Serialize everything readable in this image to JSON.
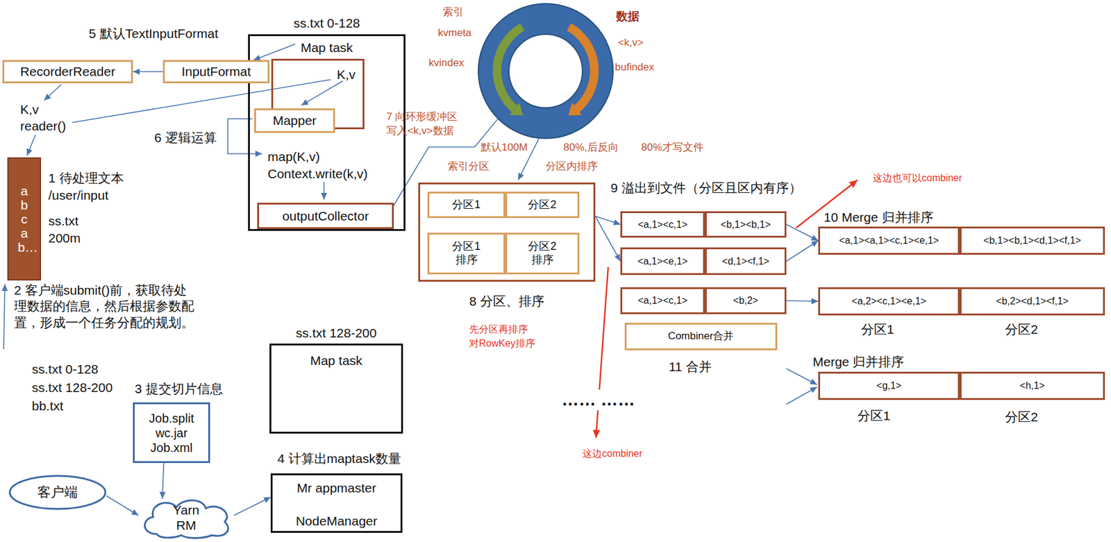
{
  "diagram": {
    "nodes": [
      {
        "text": [
          "RecorderReader"
        ]
      },
      {
        "text": [
          "InputFormat"
        ]
      },
      {
        "text": [
          "ss.txt 0-128",
          "Map task",
          "map(K,v)",
          "Context.write(k,v)"
        ]
      },
      {
        "text": [
          "K,v"
        ],
        "in": 2
      },
      {
        "text": [
          "Mapper"
        ],
        "in": 2
      },
      {
        "text": [
          "outputCollector"
        ],
        "in": 2
      },
      {
        "text": [
          "abcab…"
        ]
      },
      {
        "text": [
          "Job.split wc.jar Job.xml"
        ]
      },
      {
        "text": [
          "客户端"
        ]
      },
      {
        "text": [
          "Yarn RM"
        ]
      },
      {
        "text": [
          "ss.txt 128-200",
          "Map task"
        ]
      },
      {
        "text": [
          "Mr appmaster",
          "NodeManager"
        ]
      },
      {
        "text": [
          "8 分区、排序"
        ]
      },
      {
        "text": [
          "分区1"
        ],
        "in": 12
      },
      {
        "text": [
          "分区2"
        ],
        "in": 12
      },
      {
        "text": [
          "分区1 排序"
        ],
        "in": 12
      },
      {
        "text": [
          "分区2 排序"
        ],
        "in": 12
      },
      {
        "text": [
          "<a,1><c,1>"
        ]
      },
      {
        "text": [
          "<b,1><b,1>"
        ]
      },
      {
        "text": [
          "<a,1><e,1>"
        ]
      },
      {
        "text": [
          "<d,1><f,1>"
        ]
      },
      {
        "text": [
          "<a,1><c,1>"
        ]
      },
      {
        "text": [
          "<b,2>"
        ]
      },
      {
        "text": [
          "Combiner合并"
        ]
      },
      {
        "text": [
          "<a,1><a,1><c,1><e,1>"
        ]
      },
      {
        "text": [
          "<b,1><b,1><d,1><f,1>"
        ]
      },
      {
        "text": [
          "<a,2><c,1><e,1>"
        ]
      },
      {
        "text": [
          "<b,2><d,1><f,1>"
        ]
      },
      {
        "text": [
          "<g,1>"
        ]
      },
      {
        "text": [
          "<h,1>"
        ]
      }
    ],
    "edges": [
      {
        "from": 2,
        "to": 1,
        "arrow": "to"
      },
      {
        "from": 1,
        "to": 0,
        "arrow": "to"
      },
      {
        "from": 12,
        "to": 17,
        "arrow": "to"
      },
      {
        "from": 12,
        "to": 19,
        "arrow": "to"
      },
      {
        "from": 18,
        "to": 24,
        "arrow": "to"
      },
      {
        "from": 20,
        "to": 24,
        "arrow": "to"
      },
      {
        "from": 22,
        "to": 26,
        "arrow": "to"
      },
      {
        "from": 9,
        "to": 11,
        "arrow": "to"
      },
      {
        "from": 8,
        "to": 9,
        "arrow": "to"
      },
      {
        "from": 7,
        "to": 9,
        "arrow": "to"
      }
    ],
    "labels": [
      "5 默认TextInputFormat",
      "K,v",
      "reader()",
      "6 逻辑运算",
      "1 待处理文本",
      "/user/input",
      "ss.txt",
      "200m",
      "2 客户端submit()前，获取待处理数据的信息，然后根据参数配置，形成一个任务分配的规划。",
      "ss.txt 0-128",
      "ss.txt 128-200",
      "bb.txt",
      "3 提交切片信息",
      "4 计算出maptask数量",
      "7 向环形缓冲区",
      "写入<k,v>数据",
      "索引",
      "kvmeta",
      "kvindex",
      "数据",
      "<k,v>",
      "bufindex",
      "默认100M",
      "80%,后反向",
      "80%才写文件",
      "索引分区",
      "分区内排序",
      "先分区再排序",
      "对RowKey排序",
      "9 溢出到文件（分区且区内有序）",
      "这边也可以combiner",
      "10 Merge 归并排序",
      "分区1",
      "分区2",
      "11 合并",
      "Merge 归并排序",
      "分区1",
      "分区2",
      "…… ……",
      "这边combiner"
    ]
  }
}
